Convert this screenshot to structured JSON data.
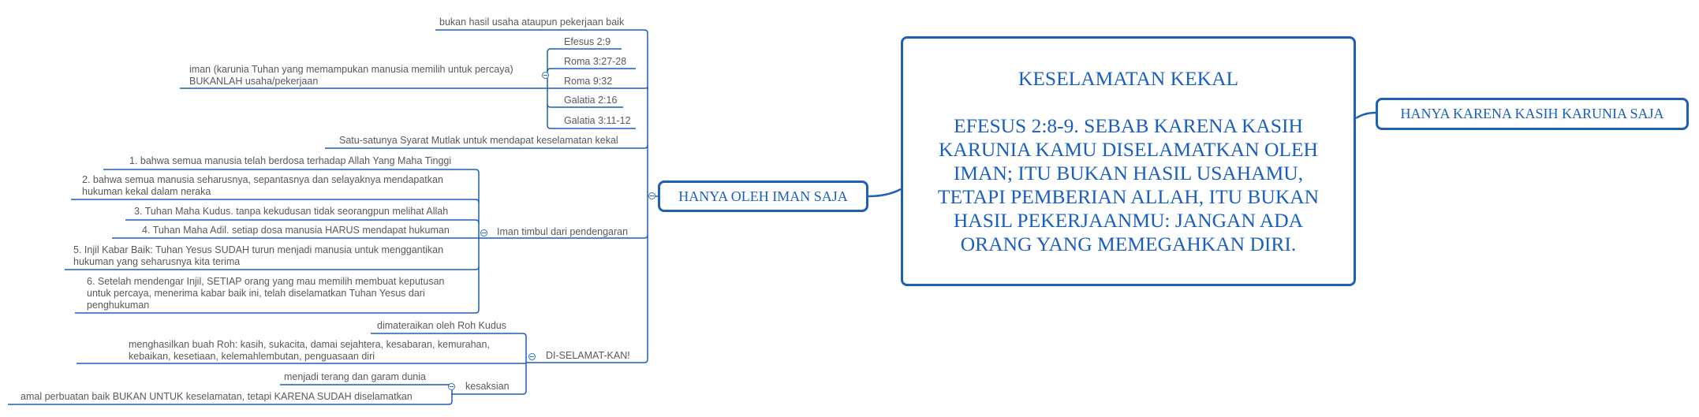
{
  "central_topic": {
    "title": "KESELAMATAN KEKAL",
    "body": "EFESUS 2:8-9. SEBAB KARENA KASIH KARUNIA KAMU DISELAMATKAN OLEH IMAN; ITU BUKAN HASIL USAHAMU, TETAPI PEMBERIAN ALLAH, ITU BUKAN HASIL PEKERJAANMU: JANGAN ADA ORANG YANG MEMEGAHKAN DIRI."
  },
  "right_branch": {
    "label": "HANYA KARENA KASIH KARUNIA SAJA"
  },
  "left_branch": {
    "label": "HANYA OLEH IMAN SAJA",
    "children": [
      {
        "label": "bukan hasil usaha ataupun pekerjaan baik"
      },
      {
        "label": "iman (karunia Tuhan yang memampukan manusia memilih untuk percaya)\nBUKANLAH usaha/pekerjaan",
        "children": [
          {
            "label": "Efesus 2:9"
          },
          {
            "label": "Roma 3:27-28"
          },
          {
            "label": "Roma 9:32"
          },
          {
            "label": "Galatia 2:16"
          },
          {
            "label": "Galatia 3:11-12"
          }
        ]
      },
      {
        "label": "Satu-satunya Syarat Mutlak untuk mendapat keselamatan kekal"
      },
      {
        "label": "Iman timbul dari pendengaran",
        "children": [
          {
            "label": "1. bahwa semua manusia telah berdosa terhadap Allah Yang Maha Tinggi"
          },
          {
            "label": "2. bahwa semua manusia seharusnya, sepantasnya dan selayaknya mendapatkan\nhukuman kekal dalam neraka"
          },
          {
            "label": "3. Tuhan Maha Kudus. tanpa kekudusan tidak seorangpun melihat Allah"
          },
          {
            "label": "4. Tuhan Maha Adil. setiap dosa manusia HARUS mendapat hukuman"
          },
          {
            "label": "5. Injil Kabar Baik: Tuhan Yesus SUDAH turun menjadi manusia untuk menggantikan\nhukuman yang seharusnya kita terima"
          },
          {
            "label": "6. Setelah mendengar Injil, SETIAP orang yang mau memilih membuat keputusan\nuntuk percaya, menerima kabar baik ini, telah diselamatkan Tuhan Yesus dari\npenghukuman"
          }
        ]
      },
      {
        "label": "DI-SELAMAT-KAN!",
        "children": [
          {
            "label": "dimateraikan oleh Roh Kudus"
          },
          {
            "label": "menghasilkan buah Roh: kasih, sukacita, damai sejahtera, kesabaran, kemurahan,\nkebaikan, kesetiaan, kelemahlembutan, penguasaan diri"
          },
          {
            "label": "kesaksian",
            "children": [
              {
                "label": "menjadi terang dan garam dunia"
              },
              {
                "label": "amal perbuatan baik BUKAN UNTUK keselamatan, tetapi KARENA SUDAH diselamatkan"
              }
            ]
          }
        ]
      }
    ]
  },
  "colors": {
    "line": "#1f5fb8",
    "topic_text": "#1a5fbf",
    "subtopic_text": "#555a60",
    "background": "#ffffff"
  }
}
